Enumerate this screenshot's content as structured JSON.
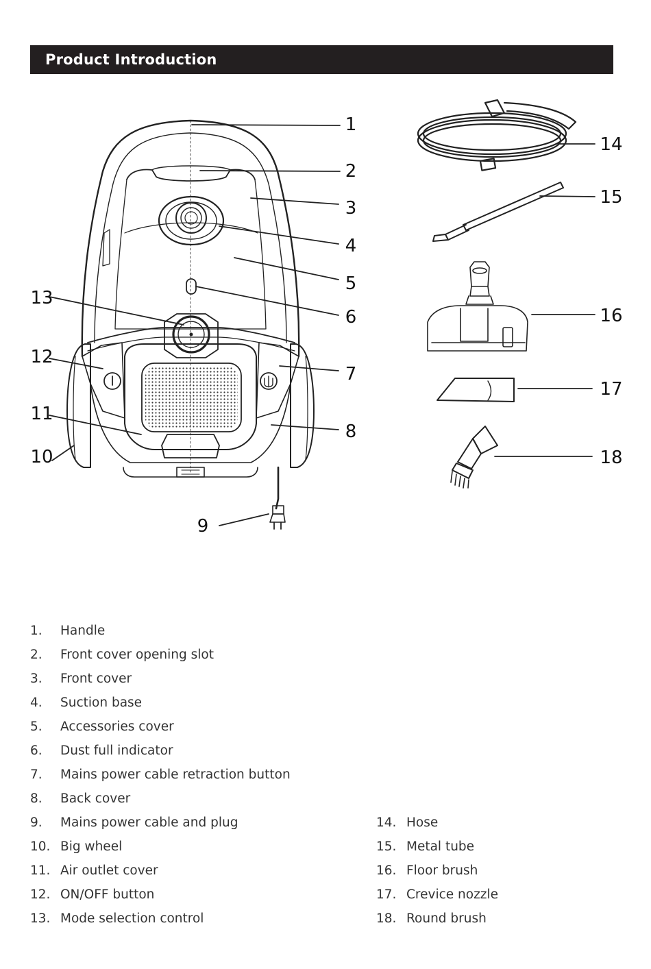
{
  "header": {
    "title": "Product Introduction"
  },
  "callouts": [
    "1",
    "2",
    "3",
    "4",
    "5",
    "6",
    "7",
    "8",
    "9",
    "10",
    "11",
    "12",
    "13",
    "14",
    "15",
    "16",
    "17",
    "18"
  ],
  "parts_left": [
    {
      "num": "1.",
      "label": "Handle"
    },
    {
      "num": "2.",
      "label": "Front cover opening slot"
    },
    {
      "num": "3.",
      "label": "Front cover"
    },
    {
      "num": "4.",
      "label": "Suction base"
    },
    {
      "num": "5.",
      "label": "Accessories cover"
    },
    {
      "num": "6.",
      "label": "Dust full indicator"
    },
    {
      "num": "7.",
      "label": "Mains power cable retraction button"
    },
    {
      "num": "8.",
      "label": "Back cover"
    },
    {
      "num": "9.",
      "label": "Mains power cable and plug"
    },
    {
      "num": "10.",
      "label": "Big wheel"
    },
    {
      "num": "11.",
      "label": "Air outlet cover"
    },
    {
      "num": "12.",
      "label": "ON/OFF button"
    },
    {
      "num": "13.",
      "label": "Mode selection control"
    }
  ],
  "parts_right": [
    {
      "num": "14.",
      "label": "Hose"
    },
    {
      "num": "15.",
      "label": "Metal tube"
    },
    {
      "num": "16.",
      "label": "Floor brush"
    },
    {
      "num": "17.",
      "label": "Crevice nozzle"
    },
    {
      "num": "18.",
      "label": "Round brush"
    }
  ]
}
